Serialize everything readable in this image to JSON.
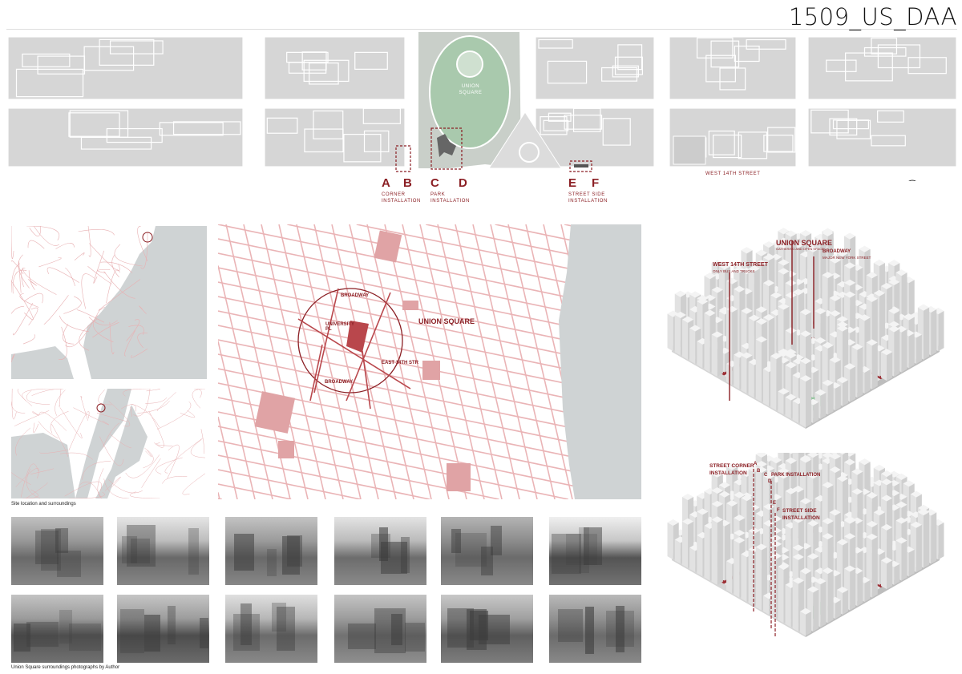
{
  "title": "1509_US_DAA",
  "site_plan": {
    "park_label": "UNION SQUARE",
    "street_label": "WEST 14TH STREET",
    "markers": [
      {
        "letters": [
          "A",
          "B"
        ],
        "caption": [
          "CORNER",
          "INSTALLATION"
        ]
      },
      {
        "letters": [
          "C",
          "D"
        ],
        "caption": [
          "PARK",
          "INSTALLATION"
        ]
      },
      {
        "letters": [
          "E",
          "F"
        ],
        "caption": [
          "STREET SIDE",
          "INSTALLATION"
        ]
      }
    ]
  },
  "main_map": {
    "labels": {
      "union_square": "UNION SQUARE",
      "broadway_north": "BROADWAY",
      "university_pl": "UNIVERSITY PL",
      "east_street": "EAST 14TH STR",
      "broadway_south": "BROADWAY"
    }
  },
  "context_maps": {
    "caption": "Site location and surroundings"
  },
  "axon_top": {
    "labels": [
      {
        "title": "UNION SQUARE",
        "sub": "GATHERING AND OPEN SPACE"
      },
      {
        "title": "BROADWAY",
        "sub": "MAJOR NEW YORK STREET"
      },
      {
        "title": "WEST 14TH STREET",
        "sub": "ONLY BUS AND TRUCKS"
      }
    ]
  },
  "axon_bottom": {
    "labels": {
      "corner": "STREET CORNER",
      "corner2": "INSTALLATION",
      "park": "PARK INSTALLATION",
      "side": "STREET SIDE",
      "side2": "INSTALLATION"
    },
    "letters": [
      "A",
      "B",
      "C",
      "D",
      "E",
      "F"
    ]
  },
  "photos": {
    "caption": "Union Square surroundings photographs by Author",
    "count": 12
  },
  "colors": {
    "accent": "#8b1f24",
    "map_line": "#e4a9ab",
    "building": "#d9d9d9",
    "water": "#cfd3d4",
    "park": "#8fc39a"
  }
}
